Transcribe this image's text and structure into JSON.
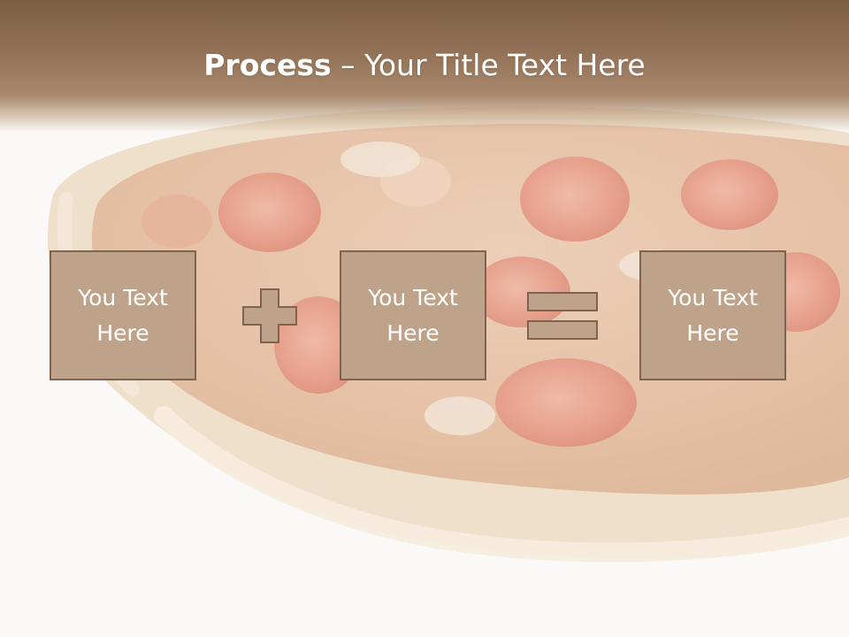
{
  "slide": {
    "title_bold": "Process",
    "title_rest": " – Your Title Text Here"
  },
  "process": {
    "boxes": [
      {
        "text": "You Text Here"
      },
      {
        "text": "You Text Here"
      },
      {
        "text": "You Text Here"
      }
    ],
    "operators": [
      "plus-icon",
      "equals-icon"
    ]
  },
  "colors": {
    "header": "#7b5e45",
    "box_fill": "#bfa28a",
    "box_border": "#7e6350",
    "text": "#ffffff"
  }
}
